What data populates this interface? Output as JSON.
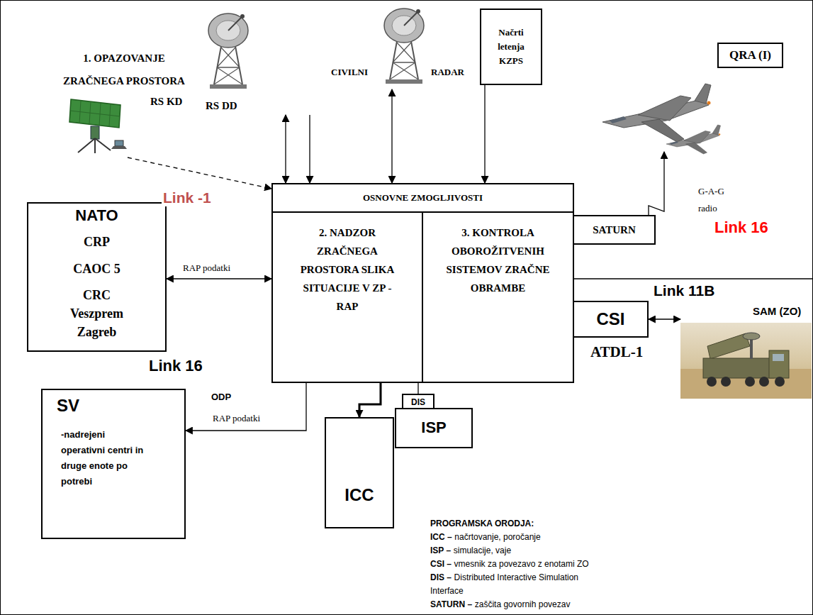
{
  "diagram": {
    "nodes": [
      {
        "text": [
          "1. OPAZOVANJE ZRAČNEGA PROSTORA",
          "RS KD"
        ]
      },
      {
        "text": [
          "RS DD"
        ]
      },
      {
        "text": [
          "CIVILNI",
          "RADAR"
        ]
      },
      {
        "text": [
          "Načrti letenja KZPS"
        ]
      },
      {
        "text": [
          "QRA (I)"
        ]
      },
      {
        "text": [
          "NATO",
          "CRP",
          "CAOC 5",
          "CRC Veszprem Zagreb"
        ]
      },
      {
        "text": [
          "OSNOVNE ZMOGLJIVOSTI"
        ]
      },
      {
        "text": [
          "2. NADZOR ZRAČNEGA PROSTORA SLIKA SITUACIJE V ZP - RAP"
        ],
        "in": 6
      },
      {
        "text": [
          "3. KONTROLA OBOROŽITVENIH SISTEMOV ZRAČNE OBRAMBE"
        ],
        "in": 6
      },
      {
        "text": [
          "SATURN"
        ]
      },
      {
        "text": [
          "CSI"
        ]
      },
      {
        "text": [
          "SAM (ZO)"
        ]
      },
      {
        "text": [
          "SV",
          "-nadrejeni operativni centri in druge enote po potrebi"
        ]
      },
      {
        "text": [
          "ICC"
        ]
      },
      {
        "text": [
          "DIS"
        ]
      },
      {
        "text": [
          "ISP"
        ]
      }
    ],
    "edges": [
      {
        "from": 0,
        "to": 6,
        "arrow": "to",
        "label": "Link -1"
      },
      {
        "from": 1,
        "to": 6,
        "arrow": "both"
      },
      {
        "from": 1,
        "to": 6,
        "arrow": "to"
      },
      {
        "from": 2,
        "to": 6,
        "arrow": "both"
      },
      {
        "from": 3,
        "to": 6,
        "arrow": "to"
      },
      {
        "from": 5,
        "to": 6,
        "arrow": "both",
        "label": "RAP podatki"
      },
      {
        "from": 6,
        "to": 12,
        "arrow": "to",
        "label": "RAP podatki"
      },
      {
        "from": 6,
        "to": 13,
        "arrow": "to"
      },
      {
        "from": 6,
        "to": 14,
        "arrow": "none"
      },
      {
        "from": 10,
        "to": 11,
        "arrow": "both",
        "label": "Link 11B"
      }
    ],
    "labels": [
      "G-A-G radio",
      "Link 16",
      "ATDL-1",
      "Link 16",
      "ODP",
      "PROGRAMSKA ORODJA:",
      "ICC –",
      "načrtovanje, poročanje",
      "ISP –",
      "simulacije, vaje",
      "CSI –",
      "vmesnik za povezavo z enotami ZO",
      "DIS –",
      "Distributed Interactive Simulation Interface",
      "SATURN –",
      "zaščita govornih povezav"
    ]
  }
}
